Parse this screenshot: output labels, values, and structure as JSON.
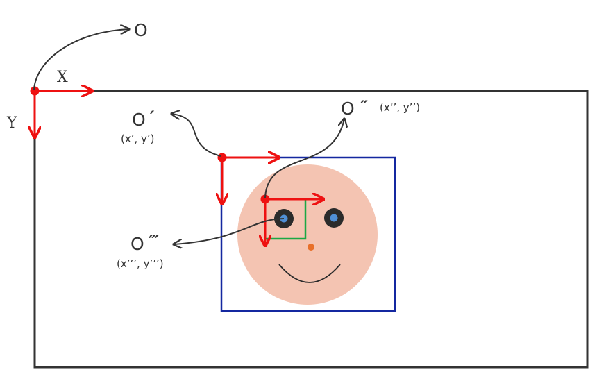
{
  "colors": {
    "frame": "#333333",
    "axis": "#ee1111",
    "face_box": "#1428a0",
    "face_fill": "#f4c4b2",
    "eye_outer": "#2b2b2b",
    "eye_inner": "#4f8fd6",
    "nose": "#e8702a",
    "green_box": "#1aa845",
    "arrow": "#333333"
  },
  "labels": {
    "origin_world": "O",
    "axis_x": "X",
    "axis_y": "Y",
    "origin_1": "O",
    "origin_1_prime": "′",
    "origin_1_coord": "(x’, y’)",
    "origin_2": "O",
    "origin_2_prime": "″",
    "origin_2_coord": "(x’’, y’’)",
    "origin_3": "O",
    "origin_3_prime": "‴",
    "origin_3_coord": "(x’’’, y’’’)"
  },
  "icons": [
    "face-icon",
    "origin-dot",
    "axis-arrow"
  ]
}
